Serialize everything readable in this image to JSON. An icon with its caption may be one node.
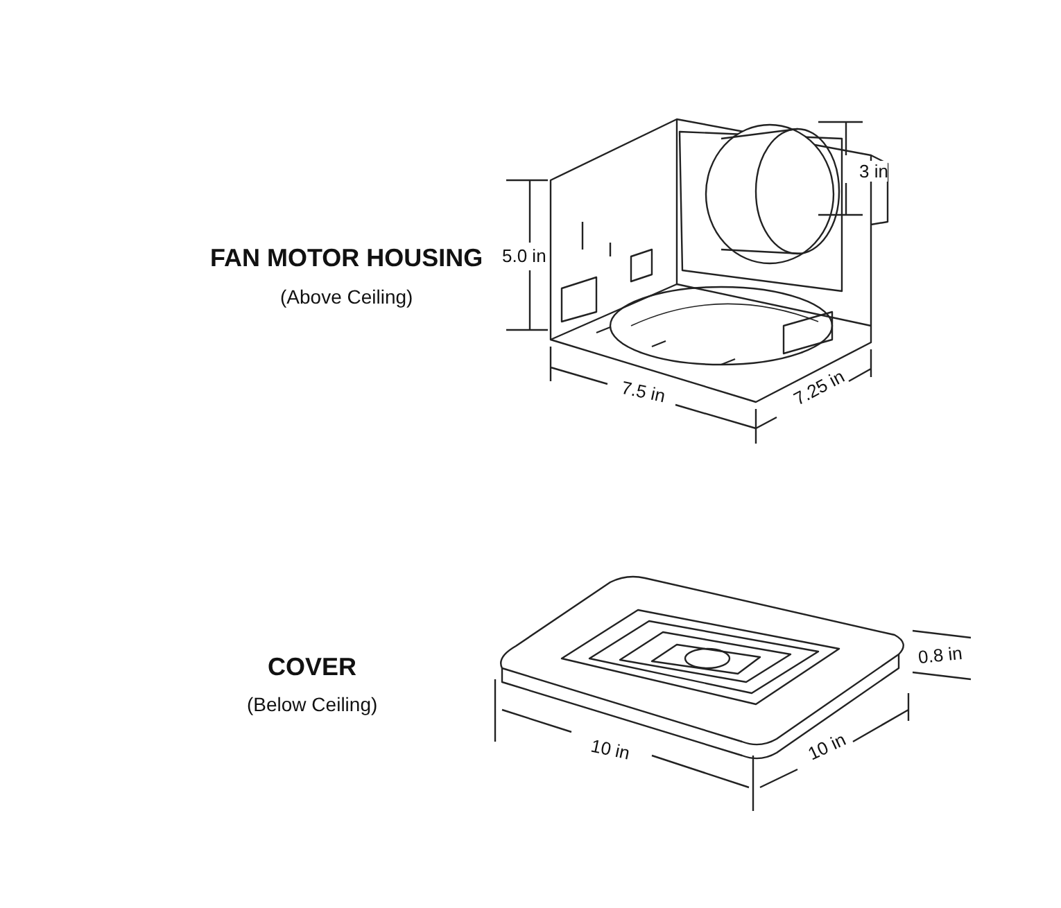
{
  "diagram": {
    "labels": [
      "FAN MOTOR HOUSING",
      "(Above Ceiling)",
      "3 in",
      "5.0 in",
      "7.5 in",
      "7.25 in",
      "COVER",
      "(Below Ceiling)",
      "0.8 in",
      "10 in",
      "10 in"
    ]
  }
}
